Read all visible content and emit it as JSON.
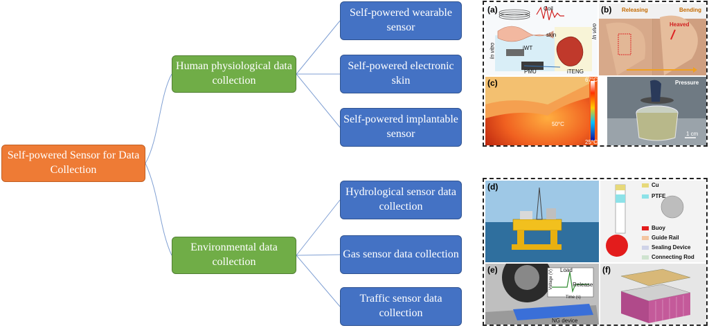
{
  "root": {
    "label": "Self-powered Sensor for Data Collection"
  },
  "categories": [
    {
      "label": "Human physiological data collection"
    },
    {
      "label": "Environmental data collection"
    }
  ],
  "leaves": [
    {
      "label": "Self-powered wearable sensor"
    },
    {
      "label": "Self-powered electronic skin"
    },
    {
      "label": "Self-powered implantable sensor"
    },
    {
      "label": "Hydrological sensor data collection"
    },
    {
      "label": "Gas sensor data collection"
    },
    {
      "label": "Traffic sensor data collection"
    }
  ],
  "figures": {
    "a": {
      "tag": "(a)",
      "coil": "Coil",
      "skin": "skin",
      "iwt": "iWT",
      "in_vivo": "In vivo",
      "in_vitro": "In vitro",
      "pmu": "PMU",
      "iteng": "iTENG"
    },
    "b": {
      "tag": "(b)",
      "releasing": "Releasing",
      "bending": "Bending",
      "heaved": "Heaved"
    },
    "c": {
      "tag": "(c)",
      "temp_max": "67°C",
      "temp_min": "25°C",
      "temp_point": "50°C",
      "pressure": "Pressure",
      "scale": "1 cm"
    },
    "d": {
      "tag": "(d)",
      "legend": [
        "Cu",
        "PTFE",
        "Buoy",
        "Guide Rail",
        "Sealing Device",
        "Connecting Rod"
      ]
    },
    "e": {
      "tag": "(e)",
      "load": "Load",
      "release": "Release",
      "ylabel": "Voltage (V)",
      "xlabel": "Time (s)",
      "device": "NG device"
    },
    "f": {
      "tag": "(f)"
    }
  },
  "colors": {
    "root": "#ee7b35",
    "category": "#70ad47",
    "leaf": "#4472c4",
    "connector": "#7f9fd3"
  }
}
